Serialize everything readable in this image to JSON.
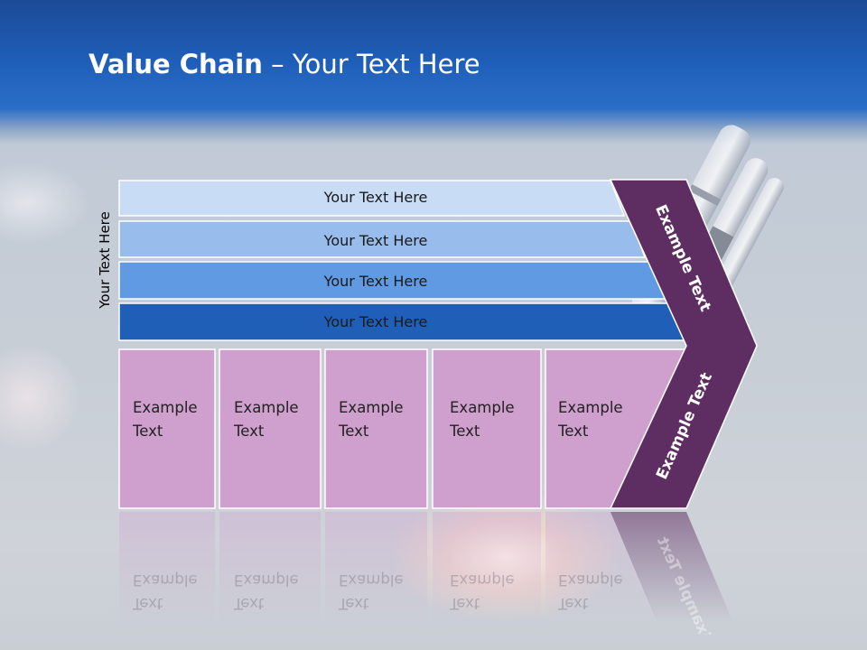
{
  "slide": {
    "title_bold": "Value Chain",
    "title_rest": " – Your Text Here",
    "side_label": "Your Text Here",
    "bars": [
      {
        "label": "Your Text Here"
      },
      {
        "label": "Your Text Here"
      },
      {
        "label": "Your Text Here"
      },
      {
        "label": "Your Text Here"
      }
    ],
    "boxes": [
      {
        "line1": "Example",
        "line2": "Text"
      },
      {
        "line1": "Example",
        "line2": "Text"
      },
      {
        "line1": "Example",
        "line2": "Text"
      },
      {
        "line1": "Example",
        "line2": "Text"
      },
      {
        "line1": "Example",
        "line2": "Text"
      }
    ],
    "chevron_upper": "Example Text",
    "chevron_lower": "Example Text",
    "colors": {
      "bar1": "#c9dcf5",
      "bar2": "#98bcec",
      "bar3": "#5f9ae2",
      "bar4": "#1f5fb8",
      "box": "#cf9fce",
      "chevron": "#5e2e63",
      "header": "#1f5fb9"
    }
  }
}
